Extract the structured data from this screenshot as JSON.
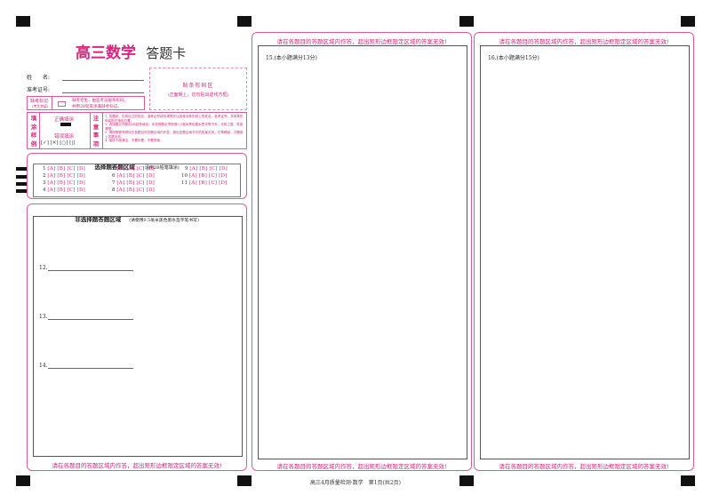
{
  "warning": "请在各题目的答题区域内作答，超出矩形边框限定区域的答案无效!",
  "header": {
    "title_bold": "高三数学",
    "title_rest": "答题卡"
  },
  "info": {
    "name_label": "姓　　名:",
    "exam_id_label": "准考证号:"
  },
  "barcode": {
    "title": "贴条形码区",
    "note": "(正面朝上，切勿贴出虚线方框)"
  },
  "absent": {
    "label": "缺考标记",
    "sub": "(考生禁填)",
    "desc_line1": "缺考考生，由监考员贴条形码，",
    "desc_line2": "并用2B铅笔涂满缺考标记。"
  },
  "sample": {
    "side_chars": [
      "填",
      "涂",
      "样",
      "例"
    ],
    "correct": "正确填涂",
    "wrong": "错误填涂",
    "wrong_marks": "[✓] [✕] [○] [|]"
  },
  "notes": {
    "side_chars": [
      "注",
      "意",
      "事",
      "项"
    ],
    "items": [
      "1. 答题前，先将自己的姓名、准考证号填写清楚并认真核对条形码上的姓名、准考证号，并将条形码粘贴在指定位置。",
      "2. 选择题必须使用2B铅笔填涂；非选择题必须使用0.5毫米黑色墨水签字笔书写，字体工整、笔迹清楚。",
      "3. 请按照题号顺序在各题目的答题区域内作答，超出答题区域书写的答案无效；在草稿纸、试题卷上答题无效。",
      "4. 保持卡面清洁，不要折叠，不要弄破。"
    ]
  },
  "choice": {
    "title": "选择题答题区域",
    "hint": "(请用2B铅笔填涂)",
    "rows": [
      [
        "1",
        "[A] [B] [C] [D]"
      ],
      [
        "2",
        "[A] [B] [C] [D]"
      ],
      [
        "3",
        "[A] [B] [C] [D]"
      ],
      [
        "4",
        "[A] [B] [C] [D]"
      ],
      [
        "5",
        "[A] [B] [C] [D]"
      ],
      [
        "6",
        "[A] [B] [C] [D]"
      ],
      [
        "7",
        "[A] [B] [C] [D]"
      ],
      [
        "8",
        "[A] [B] [C] [D]"
      ],
      [
        "9",
        "[A] [B] [C] [D]"
      ],
      [
        "10",
        "[A] [B] [C] [D]"
      ],
      [
        "11",
        "[A] [B] [C] [D]"
      ]
    ]
  },
  "nonchoice": {
    "title": "非选择题答题区域",
    "hint": "(请使用0.5毫米黑色墨水签字笔书写)",
    "q12": "12.",
    "q13": "13.",
    "q14": "14."
  },
  "q15": "15.(本小题满分13分)",
  "q16": "16.(本小题满分15分)",
  "footer": "高三4月质量检测·数学　第1页(共2页)"
}
